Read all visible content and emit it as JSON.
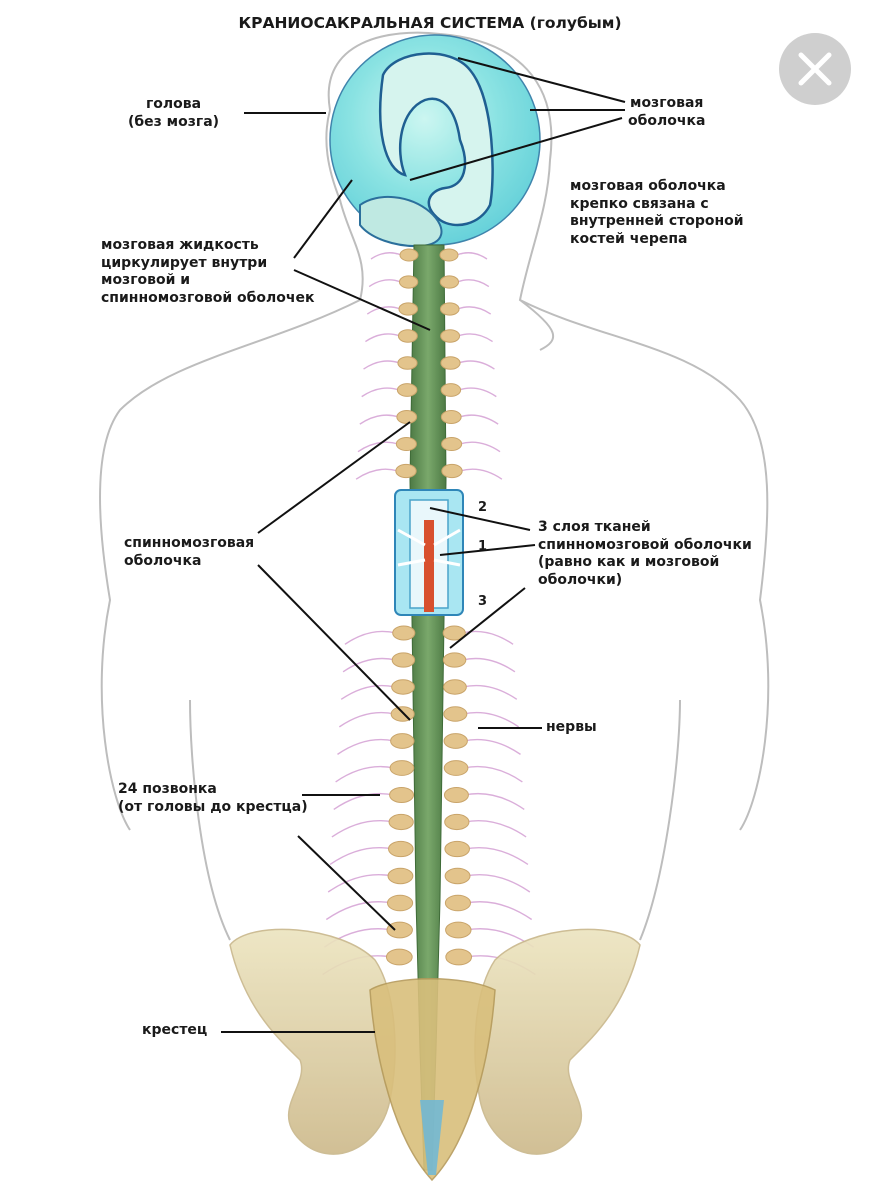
{
  "title": "КРАНИОСАКРАЛЬНАЯ СИСТЕМА (голубым)",
  "labels": {
    "head": [
      "голова",
      "(без мозга)"
    ],
    "meninges": [
      "мозговая",
      "оболочка"
    ],
    "meninges_attached": [
      "мозговая оболочка",
      "крепко связана с",
      "внутренней стороной",
      "костей черепа"
    ],
    "csf": [
      "мозговая жидкость",
      "циркулирует внутри",
      "мозговой и",
      "спинномозговой оболочек"
    ],
    "spinal_membrane": [
      "спинномозговая",
      "оболочка"
    ],
    "three_layers": [
      "3 слоя тканей",
      "спинномозговой оболочки",
      "(равно как и мозговой",
      "оболочки)"
    ],
    "nerves": "нервы",
    "vertebrae": [
      "24 позвонка",
      "(от головы до крестца)"
    ],
    "sacrum": "крестец"
  },
  "layer_numbers": [
    "2",
    "1",
    "3"
  ],
  "close_icon": "close-icon",
  "colors": {
    "meninges_blue": "#7fe0e0",
    "spinal_green": "#5f8f55",
    "vertebra_tan": "#e3c48c",
    "nerve_pink": "#d7a6d6",
    "pelvis_tan": "#e6dcaa",
    "outline": "#bdbdbd",
    "close_button": "#cfcfcf"
  }
}
